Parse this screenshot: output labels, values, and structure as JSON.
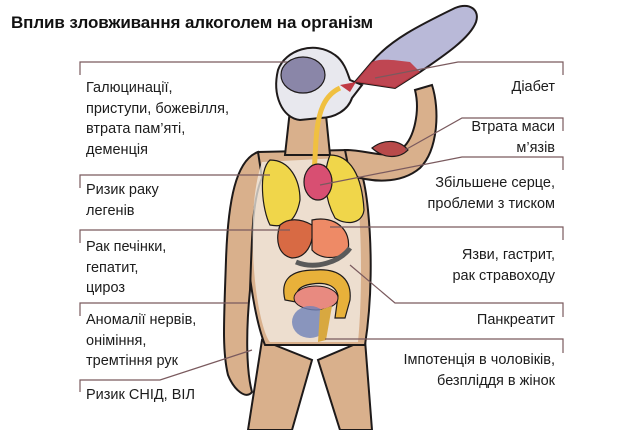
{
  "title": "Вплив зловживання алкоголем на організм",
  "colors": {
    "leader_line": "#7a5a5e",
    "skin": "#d9b08c",
    "outline": "#1e1a1a",
    "brain": "#8a86a8",
    "lungs": "#f0d64a",
    "heart": "#d84f72",
    "liver": "#d86a44",
    "stomach": "#ee8a66",
    "intestine": "#e8b13a",
    "bladder": "#6f82b8",
    "muscle": "#b84a4a",
    "wine": "#c03a44",
    "bottle": "#9c9cc8"
  },
  "left_labels": [
    {
      "id": "brain",
      "text": "Галюцинації,\nприступи, божевілля,\nвтрата пам’яті,\nдеменція"
    },
    {
      "id": "lungs",
      "text": "Ризик раку\nлегенів"
    },
    {
      "id": "liver",
      "text": "Рак печінки,\nгепатит,\nцироз"
    },
    {
      "id": "nerves",
      "text": "Аномалії нервів,\noніміння,\nтремтіння рук"
    },
    {
      "id": "hiv",
      "text": "Ризик СНІД, ВІЛ"
    }
  ],
  "right_labels": [
    {
      "id": "diabetes",
      "text": "Діабет"
    },
    {
      "id": "muscle",
      "text": "Втрата маси\nм’язів"
    },
    {
      "id": "heart",
      "text": "Збільшене серце,\nпроблеми з тиском"
    },
    {
      "id": "stomach",
      "text": "Язви, гастрит,\nрак стравоходу"
    },
    {
      "id": "pancreas",
      "text": "Панкреатит"
    },
    {
      "id": "reproductive",
      "text": "Імпотенція в чоловіків,\nбезпліддя в жінок"
    }
  ]
}
